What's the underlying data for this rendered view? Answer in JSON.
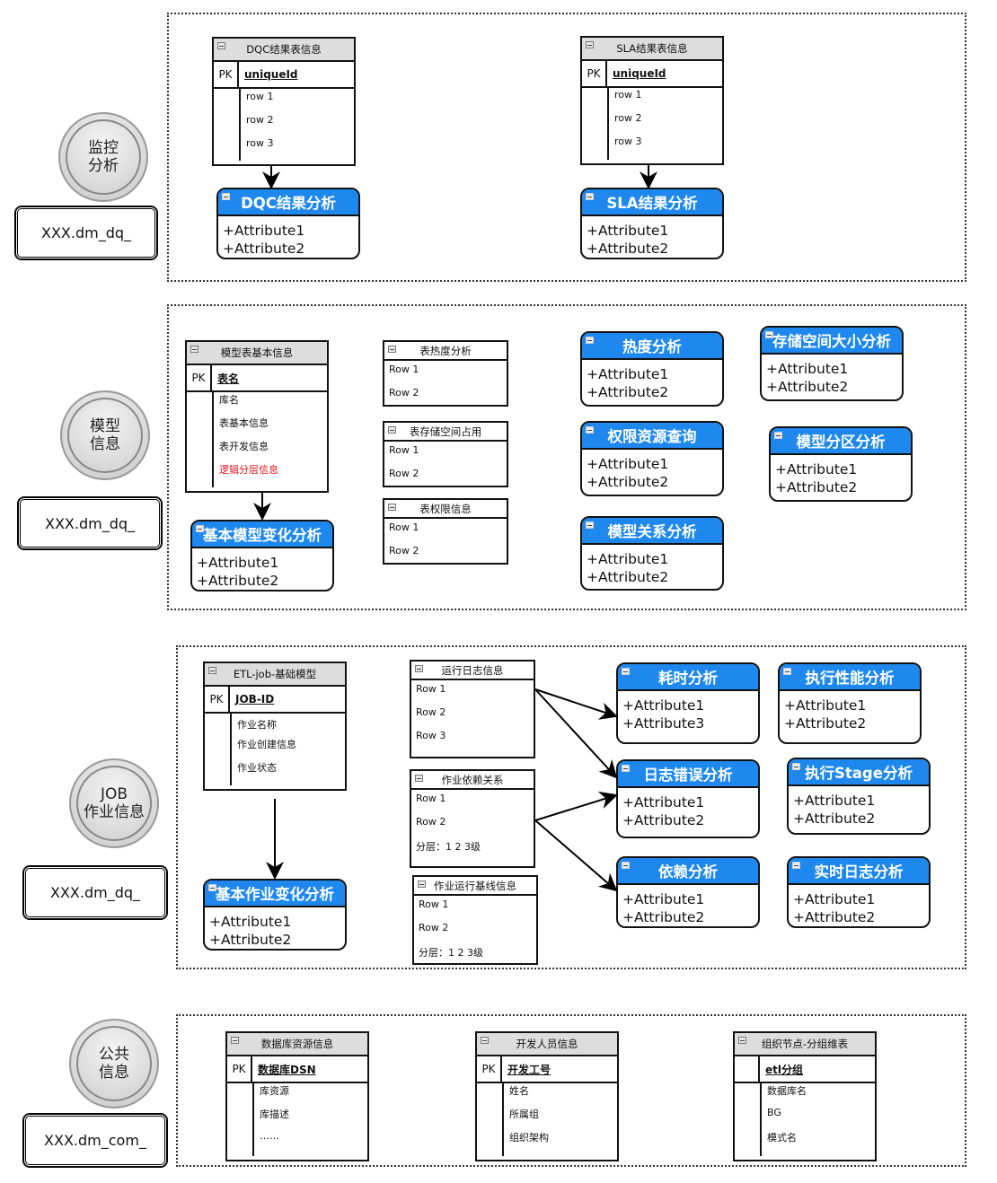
{
  "accent_color": "#1e88ee",
  "highlight_color": "#e0141e",
  "sections": [
    {
      "circle_label": "监控\n分析",
      "schema_label": "XXX.dm_dq_",
      "tables": [
        {
          "title": "DQC结果表信息",
          "pk": "PK",
          "pk_field": "uniqueId",
          "rows": [
            "row 1",
            "row 2",
            "row 3"
          ]
        },
        {
          "title": "SLA结果表信息",
          "pk": "PK",
          "pk_field": "uniqueId",
          "rows": [
            "row 1",
            "row 2",
            "row 3"
          ]
        }
      ],
      "classes": [
        {
          "title": "DQC结果分析",
          "attributes": [
            "+Attribute1",
            "+Attribute2"
          ]
        },
        {
          "title": "SLA结果分析",
          "attributes": [
            "+Attribute1",
            "+Attribute2"
          ]
        }
      ]
    },
    {
      "circle_label": "模型\n信息",
      "schema_label": "XXX.dm_dq_",
      "tables": [
        {
          "title": "模型表基本信息",
          "pk": "PK",
          "pk_field": "表名",
          "rows": [
            "库名",
            "表基本信息",
            "表开发信息",
            "逻辑分层信息"
          ],
          "highlighted_row": "逻辑分层信息"
        },
        {
          "title": "表热度分析",
          "rows": [
            "Row 1",
            "Row 2"
          ]
        },
        {
          "title": "表存储空间占用",
          "rows": [
            "Row 1",
            "Row 2"
          ]
        },
        {
          "title": "表权限信息",
          "rows": [
            "Row 1",
            "Row 2"
          ]
        }
      ],
      "classes": [
        {
          "title": "基本模型变化分析",
          "attributes": [
            "+Attribute1",
            "+Attribute2"
          ]
        },
        {
          "title": "热度分析",
          "attributes": [
            "+Attribute1",
            "+Attribute2"
          ]
        },
        {
          "title": "权限资源查询",
          "attributes": [
            "+Attribute1",
            "+Attribute2"
          ]
        },
        {
          "title": "模型关系分析",
          "attributes": [
            "+Attribute1",
            "+Attribute2"
          ]
        },
        {
          "title": "存储空间大小分析",
          "attributes": [
            "+Attribute1",
            "+Attribute2"
          ]
        },
        {
          "title": "模型分区分析",
          "attributes": [
            "+Attribute1",
            "+Attribute2"
          ]
        }
      ]
    },
    {
      "circle_label": "JOB\n作业信息",
      "schema_label": "XXX.dm_dq_",
      "tables": [
        {
          "title": "ETL-job-基础模型",
          "pk": "PK",
          "pk_field": "JOB-ID",
          "rows": [
            "作业名称",
            "作业创建信息",
            "作业状态"
          ]
        },
        {
          "title": "运行日志信息",
          "rows": [
            "Row 1",
            "Row 2",
            "Row 3"
          ]
        },
        {
          "title": "作业依赖关系",
          "rows": [
            "Row 1",
            "Row 2",
            "分层：1 2 3级"
          ]
        },
        {
          "title": "作业运行基线信息",
          "rows": [
            "Row 1",
            "Row 2",
            "分层：1 2 3级"
          ]
        }
      ],
      "classes": [
        {
          "title": "基本作业变化分析",
          "attributes": [
            "+Attribute1",
            "+Attribute2"
          ]
        },
        {
          "title": "耗时分析",
          "attributes": [
            "+Attribute1",
            "+Attribute3"
          ]
        },
        {
          "title": "日志错误分析",
          "attributes": [
            "+Attribute1",
            "+Attribute2"
          ]
        },
        {
          "title": "依赖分析",
          "attributes": [
            "+Attribute1",
            "+Attribute2"
          ]
        },
        {
          "title": "执行性能分析",
          "attributes": [
            "+Attribute1",
            "+Attribute2"
          ]
        },
        {
          "title": "执行Stage分析",
          "attributes": [
            "+Attribute1",
            "+Attribute2"
          ]
        },
        {
          "title": "实时日志分析",
          "attributes": [
            "+Attribute1",
            "+Attribute2"
          ]
        }
      ]
    },
    {
      "circle_label": "公共\n信息",
      "schema_label": "XXX.dm_com_",
      "tables": [
        {
          "title": "数据库资源信息",
          "pk": "PK",
          "pk_field": "数据库DSN",
          "rows": [
            "库资源",
            "库描述",
            "……"
          ]
        },
        {
          "title": "开发人员信息",
          "pk": "PK",
          "pk_field": "开发工号",
          "rows": [
            "姓名",
            "所属组",
            "组织架构"
          ]
        },
        {
          "title": "组织节点-分组维表",
          "pk": "",
          "pk_field": "etl分组",
          "rows": [
            "数据库名",
            "BG",
            "模式名"
          ]
        }
      ],
      "classes": []
    }
  ]
}
